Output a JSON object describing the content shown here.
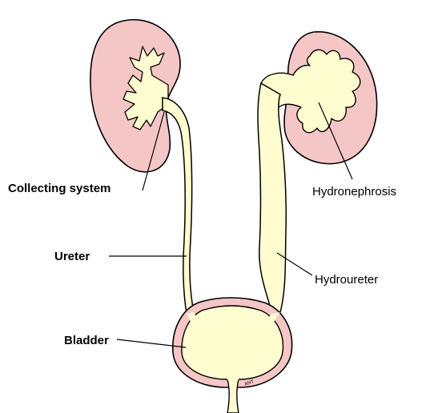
{
  "labels": {
    "collecting_system": "Collecting system",
    "ureter": "Ureter",
    "bladder": "Bladder",
    "hydronephrosis": "Hydronephrosis",
    "hydroureter": "Hydroureter"
  },
  "signature": "ANT",
  "colors": {
    "kidney_cortex": "#f5c6c6",
    "urine_tract": "#fdfdd0",
    "outline": "#000000"
  }
}
